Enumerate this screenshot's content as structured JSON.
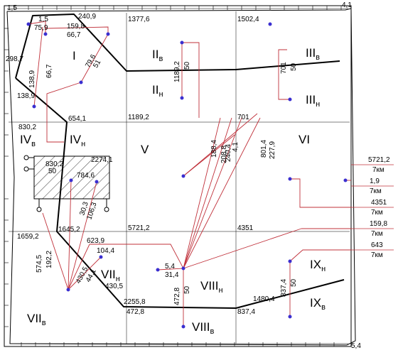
{
  "corner_labels": {
    "top_left": "1,5",
    "top_right": "4,1",
    "bottom_right": "5,4"
  },
  "grid_values": {
    "top_1": "1377,6",
    "top_2": "1502,4",
    "mid_1": "654,1",
    "mid_2": "1189,2",
    "mid_3": "701",
    "left_1": "830,2",
    "left_2": "1659,2",
    "row2_1": "1645,2",
    "row2_2": "5721,2",
    "row2_3": "4351",
    "bottom_1": "2255,8",
    "bottom_2": "472,8",
    "bottom_3": "837,4",
    "bottom_4": "1480,4"
  },
  "polygon_values": {
    "a": "1,5",
    "b": "240,9",
    "c": "75,9",
    "d": "159,8",
    "e": "66,7",
    "f": "298,7",
    "g": "138,9",
    "h": "138,9",
    "i": "66,7",
    "j": "79,6",
    "k": "51"
  },
  "zones": {
    "I": "I",
    "II_top": "II",
    "II_top_sub": "в",
    "II_bottom": "II",
    "II_bottom_sub": "н",
    "III_top": "III",
    "III_top_sub": "в",
    "III_bottom": "III",
    "III_bottom_sub": "н",
    "IV_left": "IV",
    "IV_left_sub": "в",
    "IV_right": "IV",
    "IV_right_sub": "н",
    "V": "V",
    "VI": "VI",
    "VII_right": "VII",
    "VII_right_sub": "н",
    "VII_left": "VII",
    "VII_left_sub": "в",
    "VIII_top": "VIII",
    "VIII_top_sub": "н",
    "VIII_bottom": "VIII",
    "VIII_bottom_sub": "в",
    "IX_top": "IX",
    "IX_top_sub": "н",
    "IX_bottom": "IX",
    "IX_bottom_sub": "в"
  },
  "leader_values": {
    "ii_1": "1189,2",
    "ii_2": "50",
    "iii_1": "701",
    "iii_2": "50",
    "v_1": "188,4",
    "v_2": "208,8",
    "v_3": "4,1",
    "v_4": "240,4",
    "vi_1": "801,4",
    "vi_2": "227,9",
    "bld_1": "830,2",
    "bld_2": "50",
    "bld_3": "2274,1",
    "bld_4": "784,6",
    "bld_5": "30,3",
    "bld_6": "106,3",
    "vii_1": "574,5",
    "vii_2": "192,2",
    "vii_3": "623,9",
    "vii_4": "104,4",
    "vii_5": "430,5",
    "vii_6": "44,1",
    "vii_7": "430,5",
    "viii_1": "5,4",
    "viii_2": "31,4",
    "viii_3": "472,8",
    "viii_4": "50",
    "ix_1": "837,4",
    "ix_2": "50"
  },
  "callouts": [
    {
      "value": "5721,2",
      "unit": "7км"
    },
    {
      "value": "1,9",
      "unit": "7км"
    },
    {
      "value": "4351",
      "unit": "7км"
    },
    {
      "value": "159,8",
      "unit": "7км"
    },
    {
      "value": "643",
      "unit": "7км"
    }
  ],
  "colors": {
    "ink": "#000000",
    "leader": "#c0303a",
    "pin": "#3a2fd0"
  }
}
